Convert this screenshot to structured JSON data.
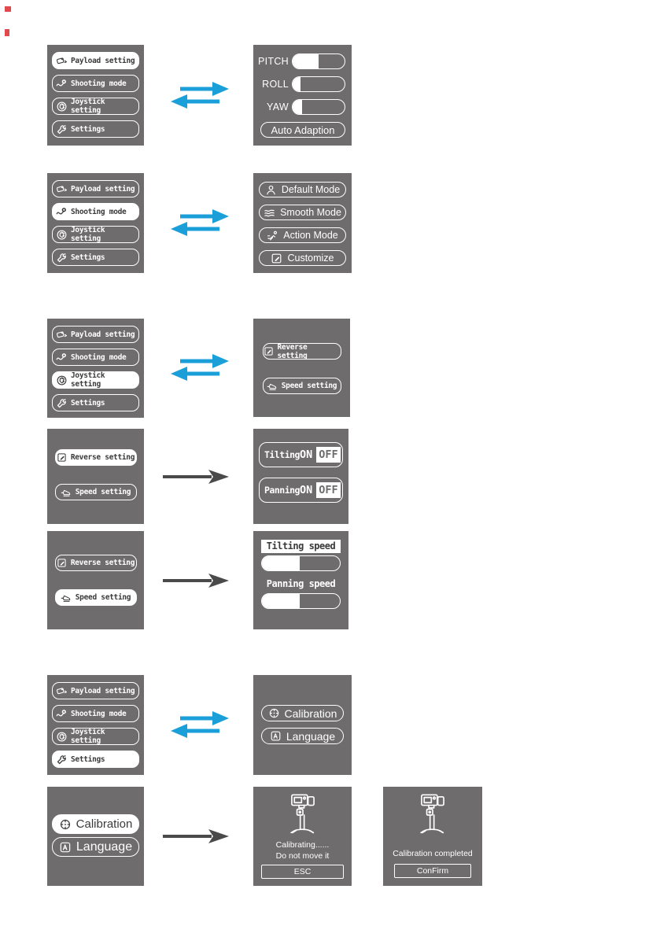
{
  "colors": {
    "panel_bg": "#6E6C6D",
    "accent_blue": "#1B9FD8",
    "arrow_dark": "#4A4A4A",
    "white": "#FFFFFF"
  },
  "main_menu": {
    "items": [
      {
        "label": "Payload setting",
        "icon": "payload-icon"
      },
      {
        "label": "Shooting mode",
        "icon": "shooting-mode-icon"
      },
      {
        "label": "Joystick setting",
        "icon": "joystick-icon"
      },
      {
        "label": "Settings",
        "icon": "wrench-icon"
      }
    ]
  },
  "payload_screen": {
    "sliders": [
      {
        "label": "PITCH",
        "value_pct": 50
      },
      {
        "label": "ROLL",
        "value_pct": 15
      },
      {
        "label": "YAW",
        "value_pct": 18
      }
    ],
    "auto_button": "Auto Adaption"
  },
  "shooting_screen": {
    "items": [
      {
        "label": "Default Mode",
        "icon": "person-icon"
      },
      {
        "label": "Smooth Mode",
        "icon": "waves-icon"
      },
      {
        "label": "Action Mode",
        "icon": "runner-icon"
      },
      {
        "label": "Customize",
        "icon": "edit-icon"
      }
    ]
  },
  "joystick_screen": {
    "items": [
      {
        "label": "Reverse setting",
        "icon": "edit-icon"
      },
      {
        "label": "Speed setting",
        "icon": "skate-icon"
      }
    ]
  },
  "reverse_screen": {
    "rows": [
      {
        "label": "Tilting",
        "on": "ON",
        "off": "OFF",
        "active": "OFF"
      },
      {
        "label": "Panning",
        "on": "ON",
        "off": "OFF",
        "active": "OFF"
      }
    ]
  },
  "speed_screen": {
    "rows": [
      {
        "label": "Tilting speed",
        "value_pct": 48,
        "selected": true
      },
      {
        "label": "Panning speed",
        "value_pct": 48,
        "selected": false
      }
    ]
  },
  "settings_screen": {
    "items": [
      {
        "label": "Calibration",
        "icon": "calibration-icon"
      },
      {
        "label": "Language",
        "icon": "language-icon"
      }
    ]
  },
  "calibrating_screen": {
    "line1": "Calibrating......",
    "line2": "Do not move it",
    "button": "ESC"
  },
  "completed_screen": {
    "line1": "Calibration completed",
    "button": "ConFirm"
  }
}
